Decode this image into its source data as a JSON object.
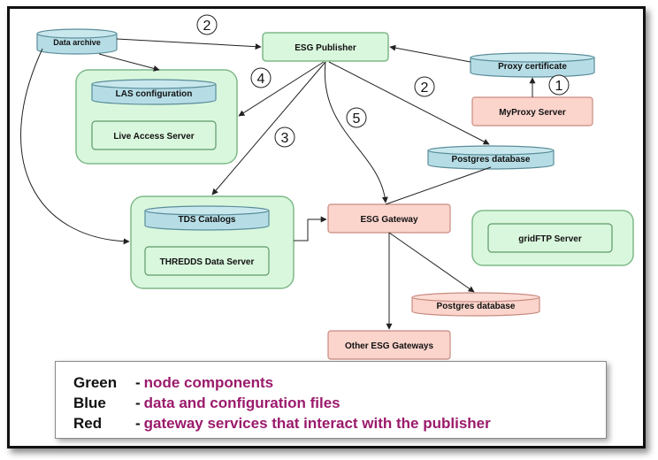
{
  "diagram": {
    "nodes": {
      "data_archive": "Data archive",
      "esg_publisher": "ESG Publisher",
      "proxy_certificate": "Proxy certificate",
      "las_configuration": "LAS configuration",
      "live_access_server": "Live Access Server",
      "myproxy_server": "MyProxy Server",
      "postgres_database_1": "Postgres database",
      "tds_catalogs": "TDS Catalogs",
      "esg_gateway": "ESG Gateway",
      "thredds_data_server": "THREDDS Data Server",
      "gridftp_server": "gridFTP Server",
      "postgres_database_2": "Postgres database",
      "other_esg_gateways": "Other ESG Gateways"
    },
    "step_numbers": {
      "step_archive": "2",
      "step_las": "4",
      "step_db": "2",
      "step_proxy": "1",
      "step_tds": "3",
      "step_gateway": "5"
    }
  },
  "legend": [
    {
      "key": "Green",
      "dash": "-",
      "desc": "node components"
    },
    {
      "key": "Blue",
      "dash": "-",
      "desc": "data and configuration files"
    },
    {
      "key": "Red",
      "dash": "-",
      "desc": "gateway services that interact with the publisher"
    }
  ],
  "colors": {
    "green_fill": "#d9f7dd",
    "green_stroke": "#7fb98a",
    "blue_fill": "#b6dde6",
    "blue_stroke": "#5a8d99",
    "red_fill": "#fbd4cc",
    "red_stroke": "#c78b80",
    "legend_text": "#9b1a6c"
  }
}
